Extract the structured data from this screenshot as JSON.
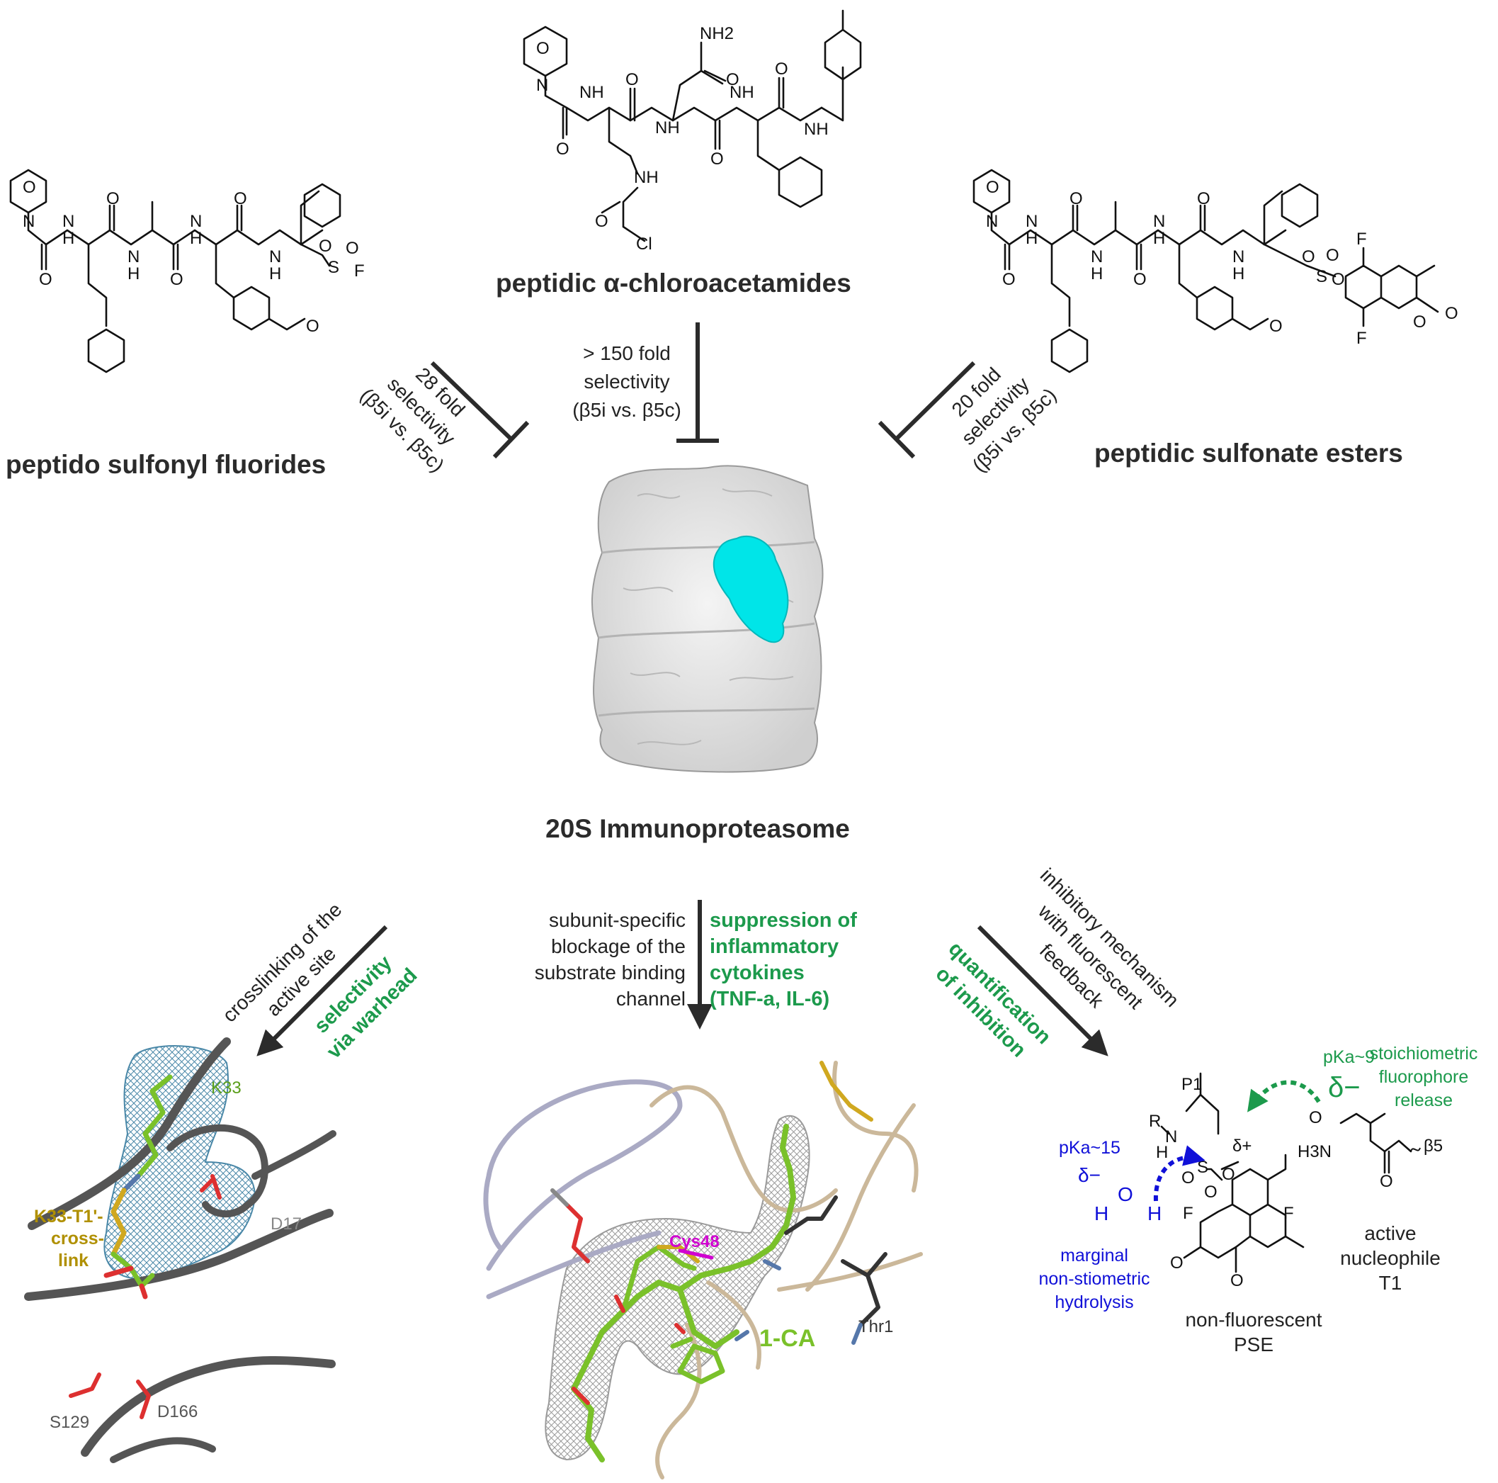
{
  "structures": {
    "top": {
      "title": "peptidic α-chloroacetamides",
      "atoms": {
        "nh2": "NH2",
        "nh": "NH",
        "n": "N",
        "h": "H",
        "o": "O",
        "cl": "Cl"
      }
    },
    "left": {
      "title": "peptido sulfonyl fluorides",
      "atoms": {
        "s": "S",
        "f": "F",
        "o": "O",
        "n": "N",
        "h": "H"
      }
    },
    "right": {
      "title": "peptidic sulfonate esters",
      "atoms": {
        "s": "S",
        "f": "F",
        "o": "O",
        "n": "N",
        "h": "H"
      }
    }
  },
  "selectivity": {
    "top": [
      "> 150 fold",
      "selectivity",
      "(β5i vs. β5c)"
    ],
    "left": [
      "28 fold",
      "selectivity",
      "(β5i vs. β5c)"
    ],
    "right": [
      "20 fold",
      "selectivity",
      "(β5i vs. β5c)"
    ]
  },
  "center_label": "20S Immunoproteasome",
  "bottom_left": {
    "desc": [
      "crosslinking of the",
      "active site"
    ],
    "highlight": [
      "selectivity",
      "via warhead"
    ],
    "residues": {
      "k33": "K33",
      "d17": "D17",
      "s129": "S129",
      "d166": "D166"
    },
    "crosslink": [
      "K33-T1'-",
      "cross-",
      "link"
    ]
  },
  "bottom_center": {
    "desc": [
      "subunit-specific",
      "blockage of the",
      "substrate binding",
      "channel"
    ],
    "highlight": [
      "suppression of",
      "inflammatory",
      "cytokines",
      "(TNF-a, IL-6)"
    ],
    "labels": {
      "cys48": "Cys48",
      "ligand": "1-CA",
      "thr1": "Thr1"
    }
  },
  "bottom_right": {
    "desc": [
      "inhibitory mechanism",
      "with fluorescent",
      "feedback"
    ],
    "highlight": [
      "quantification",
      "of inhibition"
    ],
    "mechanism": {
      "p1": "P1",
      "r": "R",
      "nh": "N",
      "h": "H",
      "pka9": "pKa~9",
      "pka15": "pKa~15",
      "delta_minus": "δ−",
      "delta_plus": "δ+",
      "release": [
        "stoichiometric",
        "fluorophore",
        "release"
      ],
      "hydrolysis": [
        "marginal",
        "non-stiometric",
        "hydrolysis"
      ],
      "nonfluor": [
        "non-fluorescent",
        "PSE"
      ],
      "nucleophile": [
        "active",
        "nucleophile",
        "T1"
      ],
      "beta5": "β5",
      "h3n": "H3N",
      "s": "S",
      "o": "O",
      "f": "F"
    }
  },
  "colors": {
    "cyan": "#00e5e8",
    "green": "#1c9a4c",
    "blue": "#1010d8",
    "red": "#e01010",
    "magenta": "#d000d0",
    "olive": "#b09000",
    "mesh": "#4a88a8"
  }
}
